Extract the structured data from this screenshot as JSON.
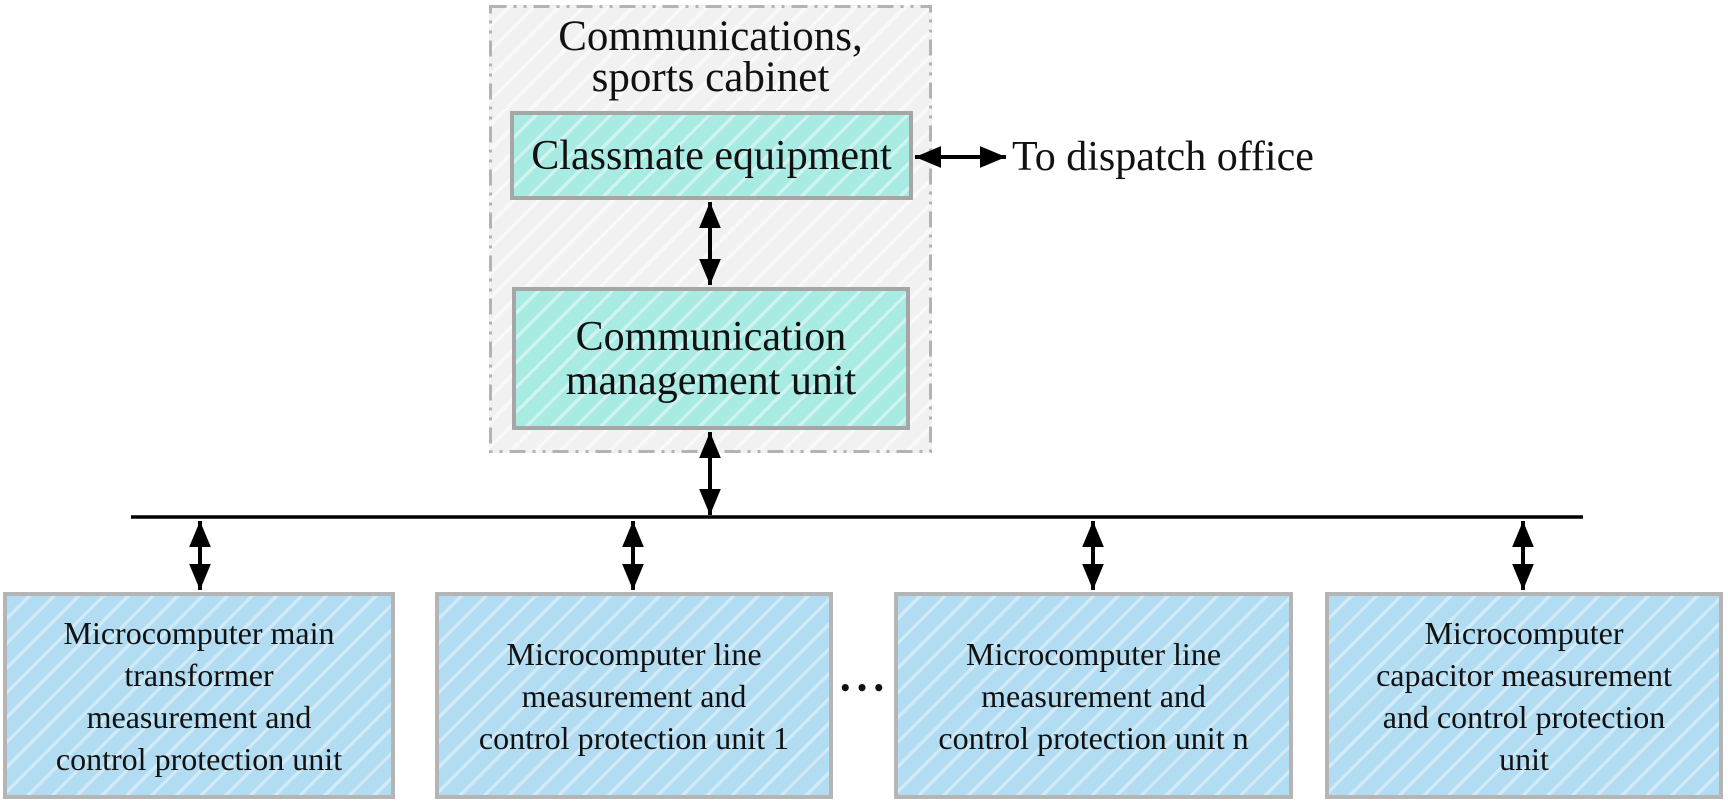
{
  "colors": {
    "teal_fill": "#a8ebe2",
    "teal_border": "#a6a6a6",
    "blue_fill": "#b2dcf2",
    "blue_border": "#b5b5b5",
    "cabinet_fill": "#f1f1f1",
    "cabinet_border": "#b3b3b3",
    "line_color": "#000000",
    "text_color": "#111111"
  },
  "cabinet": {
    "title": "Communications,\nsports cabinet",
    "classmate_label": "Classmate equipment",
    "management_label": "Communication\nmanagement unit"
  },
  "dispatch_label": "To dispatch office",
  "bus_ellipsis": "•••",
  "units": [
    {
      "label": "Microcomputer main\ntransformer\nmeasurement and\ncontrol protection unit"
    },
    {
      "label": "Microcomputer line\nmeasurement and\ncontrol protection unit 1"
    },
    {
      "label": "Microcomputer line\nmeasurement and\ncontrol protection unit n"
    },
    {
      "label": "Microcomputer\ncapacitor measurement\nand control protection\nunit"
    }
  ]
}
